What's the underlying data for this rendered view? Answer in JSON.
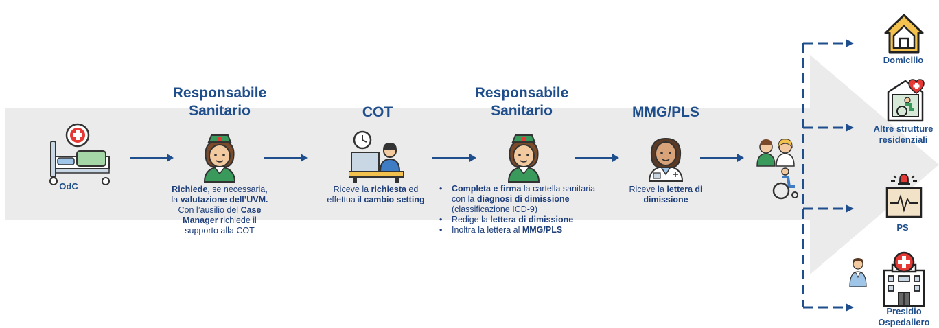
{
  "steps": {
    "odc": {
      "label": "OdC"
    },
    "resp1": {
      "title_line1": "Responsabile",
      "title_line2": "Sanitario",
      "d1_bold": "Richiede",
      "d1_rest": ", se necessaria,",
      "d2_pre": "la ",
      "d2_bold": "valutazione dell’UVM.",
      "d3_pre": "Con l’ausilio del ",
      "d3_bold": "Case",
      "d4_bold": "Manager",
      "d4_rest": " richiede il",
      "d5": "supporto alla COT"
    },
    "cot": {
      "title": "COT",
      "d1_pre": "Riceve la ",
      "d1_bold": "richiesta",
      "d1_rest": " ed",
      "d2_pre": "effettua il ",
      "d2_bold": "cambio setting"
    },
    "resp2": {
      "title_line1": "Responsabile",
      "title_line2": "Sanitario",
      "b1_bold": "Completa e firma",
      "b1_rest": " la cartella sanitaria",
      "b1_l2_pre": "con la ",
      "b1_l2_bold": "diagnosi di dimissione",
      "b1_l3": "(classificazione ICD-9)",
      "b2_pre": "Redige la ",
      "b2_bold": "lettera di dimissione",
      "b3_pre": "Inoltra la lettera al ",
      "b3_bold": "MMG/PLS"
    },
    "mmg": {
      "title": "MMG/PLS",
      "d1_pre": "Riceve la ",
      "d1_bold": "lettera di",
      "d2_bold": "dimissione"
    }
  },
  "destinations": [
    {
      "label": "Domicilio",
      "icon": "house-icon"
    },
    {
      "label_l1": "Altre strutture",
      "label_l2": "residenziali",
      "icon": "care-facility-icon"
    },
    {
      "label": "PS",
      "icon": "emergency-monitor-icon"
    },
    {
      "label_l1": "Presidio",
      "label_l2": "Ospedaliero",
      "icon": "hospital-building-icon"
    }
  ],
  "colors": {
    "primary": "#1f4e8c",
    "band": "#ebebeb",
    "accent_red": "#e53935",
    "skin": "#f3c9a0",
    "green": "#3a9a5c"
  }
}
